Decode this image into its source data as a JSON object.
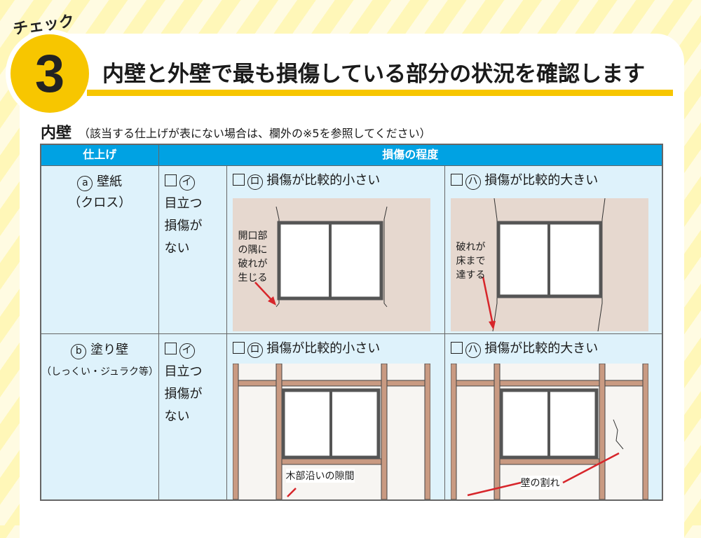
{
  "header": {
    "check_label": "チェック",
    "step_number": "3",
    "title": "内壁と外壁で最も損傷している部分の状況を確認します"
  },
  "section": {
    "title": "内壁",
    "note": "（該当する仕上げが表にない場合は、欄外の※5を参照してください）"
  },
  "table": {
    "headers": [
      "仕上げ",
      "損傷の程度"
    ],
    "rows": [
      {
        "marker": "a",
        "finish": "壁紙",
        "finish_sub": "（クロス）",
        "options": [
          {
            "marker": "イ",
            "label": "目立つ損傷がない"
          },
          {
            "marker": "ロ",
            "label": "損傷が比較的小さい",
            "annotation": "開口部の隅に破れが生じる"
          },
          {
            "marker": "ハ",
            "label": "損傷が比較的大きい",
            "annotation": "破れが床まで達する"
          }
        ]
      },
      {
        "marker": "b",
        "finish": "塗り壁",
        "finish_sub": "（しっくい・ジュラク等）",
        "options": [
          {
            "marker": "イ",
            "label": "目立つ損傷がない"
          },
          {
            "marker": "ロ",
            "label": "損傷が比較的小さい",
            "annotation": "木部沿いの隙間"
          },
          {
            "marker": "ハ",
            "label": "損傷が比較的大きい",
            "annotation": "壁の割れ"
          }
        ]
      }
    ]
  },
  "colors": {
    "accent": "#f7c600",
    "header_blue": "#00a2e3",
    "cell_bg": "#def2fb",
    "wallpaper": "#e6d8cf",
    "arrow": "#d7262b"
  }
}
